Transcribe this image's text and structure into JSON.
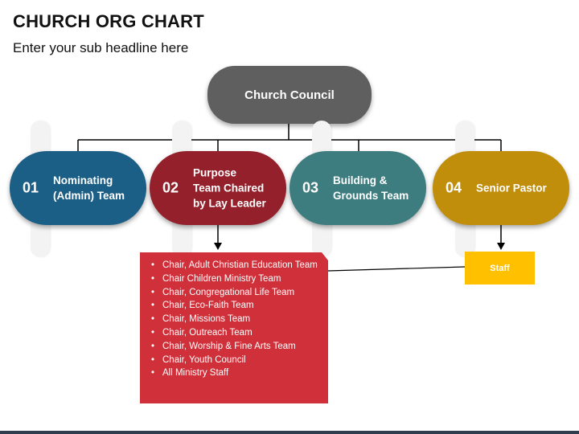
{
  "header": {
    "title": "CHURCH ORG CHART",
    "subtitle": "Enter your sub headline here"
  },
  "council": {
    "label": "Church Council",
    "color": "#5f5f5f"
  },
  "nodes": [
    {
      "num": "01",
      "label": "Nominating\n(Admin) Team",
      "color": "#1b5f86"
    },
    {
      "num": "02",
      "label": "Purpose\nTeam Chaired\nby Lay Leader",
      "color": "#93202a"
    },
    {
      "num": "03",
      "label": "Building &\nGrounds Team",
      "color": "#3d7d7f"
    },
    {
      "num": "04",
      "label": "Senior Pastor",
      "color": "#c08e0a"
    }
  ],
  "purpose_list": {
    "color": "#d0303a",
    "items": [
      "Chair, Adult Christian Education Team",
      "Chair Children Ministry Team",
      "Chair, Congregational Life Team",
      "Chair, Eco-Faith Team",
      "Chair, Missions Team",
      "Chair, Outreach Team",
      "Chair, Worship & Fine Arts Team",
      "Chair, Youth Council",
      "All Ministry Staff"
    ]
  },
  "staff": {
    "label": "Staff",
    "color": "#ffc000"
  }
}
